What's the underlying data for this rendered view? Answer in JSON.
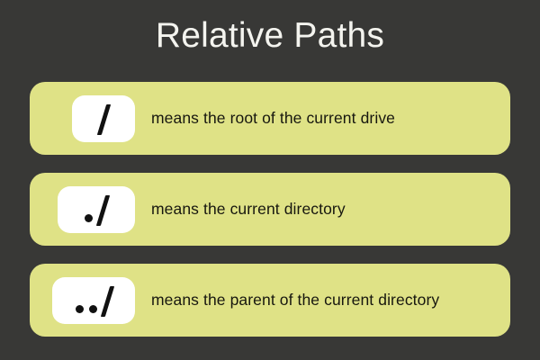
{
  "page": {
    "title": "Relative Paths",
    "background_color": "#383836",
    "card_color": "#dfe286",
    "icon_box_color": "#ffffff",
    "title_color": "#f4f4ef",
    "text_color": "#17170f"
  },
  "cards": [
    {
      "symbol": "/",
      "icon_name": "slash-glyph",
      "description": "means the root of the current drive"
    },
    {
      "symbol": "./",
      "icon_name": "dot-slash-glyph",
      "description": "means the current directory"
    },
    {
      "symbol": "../",
      "icon_name": "dot-dot-slash-glyph",
      "description": "means the parent of the current directory"
    }
  ]
}
